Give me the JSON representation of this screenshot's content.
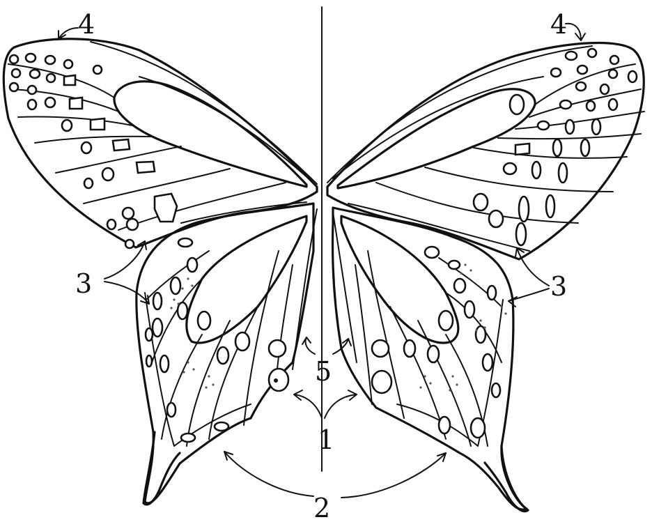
{
  "callouts": {
    "tl4": "4",
    "tr4": "4",
    "l3": "3",
    "r3": "3",
    "c1": "1",
    "c2": "2",
    "c5": "5"
  }
}
